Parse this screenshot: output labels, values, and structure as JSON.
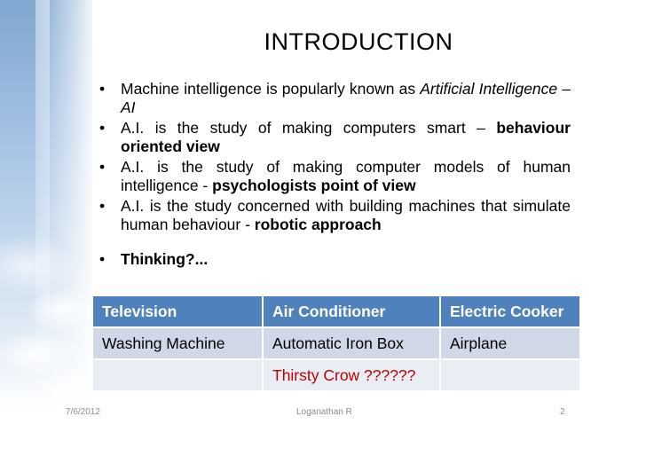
{
  "slide": {
    "title": "INTRODUCTION",
    "bullets": [
      {
        "pre": "Machine intelligence is popularly known as ",
        "em": "Artificial Intelligence – AI",
        "bold": "",
        "post": ""
      },
      {
        "pre": "A.I. is the study of making computers smart – ",
        "em": "",
        "bold": "behaviour oriented view",
        "post": ""
      },
      {
        "pre": "A.I. is the study of making computer models of human intelligence - ",
        "em": "",
        "bold": "psychologists point of view",
        "post": ""
      },
      {
        "pre": " A.I. is the study concerned with building machines that simulate human behaviour - ",
        "em": "",
        "bold": "robotic approach",
        "post": ""
      },
      {
        "pre": "",
        "em": "",
        "bold": "Thinking?...",
        "post": ""
      }
    ],
    "bullet_char": "•",
    "table": {
      "header": [
        "Television",
        "Air Conditioner",
        "Electric Cooker"
      ],
      "row2": [
        "Washing Machine",
        "Automatic Iron Box",
        "Airplane"
      ],
      "row3": [
        "",
        "Thirsty Crow ??????",
        ""
      ]
    },
    "footer": {
      "date": "7/6/2012",
      "author": "Loganathan R",
      "page": "2"
    }
  },
  "colors": {
    "table_header": "#4f81bd",
    "table_row_dark": "#d0d8e8",
    "table_row_light": "#e9edf4",
    "accent_red": "#c00000"
  }
}
